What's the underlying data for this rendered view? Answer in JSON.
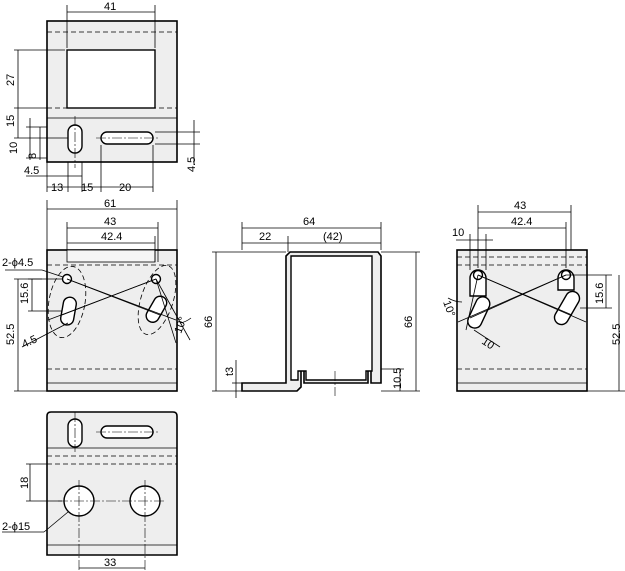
{
  "dims": {
    "d41": "41",
    "d27": "27",
    "d15": "15",
    "d10": "10",
    "d8": "8",
    "d45a": "4.5",
    "d45b": "4.5",
    "d13": "13",
    "d15b": "15",
    "d20": "20",
    "d61": "61",
    "d43a": "43",
    "d424a": "42.4",
    "hole45": "2-ϕ4.5",
    "d156a": "15.6",
    "d525a": "52.5",
    "d45c": "4.5",
    "deg10a": "10°",
    "d64": "64",
    "d22": "22",
    "d42p": "(42)",
    "d66a": "66",
    "d66b": "66",
    "t3": "t3",
    "d105": "10.5",
    "d43b": "43",
    "d424b": "42.4",
    "d10b": "10",
    "deg10b": "10°",
    "d10c": "10",
    "d156b": "15.6",
    "d525b": "52.5",
    "d18": "18",
    "hole15": "2-ϕ15",
    "d33": "33"
  }
}
